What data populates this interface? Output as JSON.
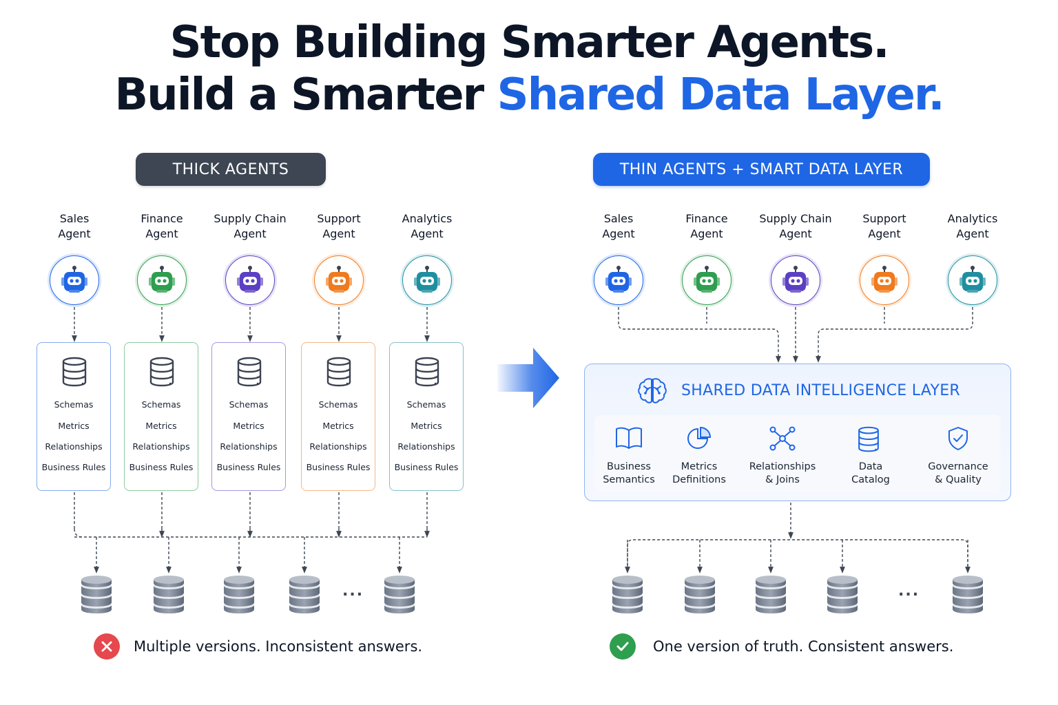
{
  "title": {
    "line1": "Stop Building Smarter Agents.",
    "line2_prefix": "Build a Smarter ",
    "line2_accent": "Shared Data Layer."
  },
  "left": {
    "pill": "THICK AGENTS",
    "agents": [
      {
        "line1": "Sales",
        "line2": "Agent",
        "color": "#1f66e5"
      },
      {
        "line1": "Finance",
        "line2": "Agent",
        "color": "#2e9e4f"
      },
      {
        "line1": "Supply Chain",
        "line2": "Agent",
        "color": "#5b3fc4"
      },
      {
        "line1": "Support",
        "line2": "Agent",
        "color": "#f07a1d"
      },
      {
        "line1": "Analytics",
        "line2": "Agent",
        "color": "#1f8fa0"
      }
    ],
    "box_items": [
      "Schemas",
      "Metrics",
      "Relationships",
      "Business Rules"
    ],
    "ellipsis": "...",
    "status_text": "Multiple versions. Inconsistent answers."
  },
  "right": {
    "pill": "THIN AGENTS + SMART DATA LAYER",
    "agents": [
      {
        "line1": "Sales",
        "line2": "Agent",
        "color": "#1f66e5"
      },
      {
        "line1": "Finance",
        "line2": "Agent",
        "color": "#2e9e4f"
      },
      {
        "line1": "Supply Chain",
        "line2": "Agent",
        "color": "#5b3fc4"
      },
      {
        "line1": "Support",
        "line2": "Agent",
        "color": "#f07a1d"
      },
      {
        "line1": "Analytics",
        "line2": "Agent",
        "color": "#1f8fa0"
      }
    ],
    "shared_layer": {
      "title": "SHARED DATA INTELLIGENCE LAYER",
      "features": [
        {
          "line1": "Business",
          "line2": "Semantics",
          "icon": "book-icon"
        },
        {
          "line1": "Metrics",
          "line2": "Definitions",
          "icon": "pie-chart-icon"
        },
        {
          "line1": "Relationships",
          "line2": "& Joins",
          "icon": "network-icon"
        },
        {
          "line1": "Data",
          "line2": "Catalog",
          "icon": "database-icon"
        },
        {
          "line1": "Governance",
          "line2": "& Quality",
          "icon": "shield-check-icon"
        }
      ]
    },
    "ellipsis": "...",
    "status_text": "One version of truth. Consistent answers."
  },
  "colors": {
    "accent": "#1f66e5",
    "error": "#e5484d",
    "success": "#2e9e4f",
    "dark_pill": "#3d4652"
  }
}
